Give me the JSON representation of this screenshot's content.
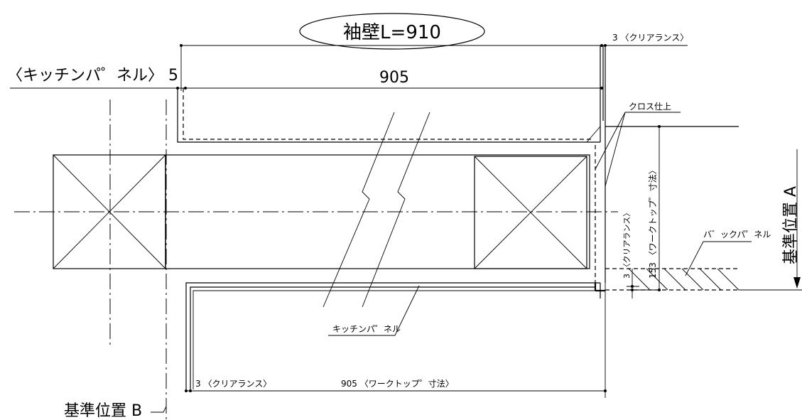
{
  "title_dimension": "袖壁L=910",
  "top_clearance_label": "3 〈クリアランス〉",
  "panel_heading": "〈キッチンパ゜ネル〉 5",
  "main_dimension": "905",
  "cross_finish_label": "クロス仕上",
  "worktop_vertical_label": "153 〈ワークトップ゜寸法〉",
  "clearance_vertical_label": "3 〈クリアランス〉",
  "back_panel_label": "バ゛ックパ゜ネル",
  "reference_a_label": "基準位置 A",
  "kitchen_panel_label": "キッチンパ゜ネル",
  "bottom_clearance_label": "3 〈クリアランス〉",
  "bottom_worktop_label": "905 〈ワークトップ゜寸法〉",
  "reference_b_label": "基準位置 B"
}
